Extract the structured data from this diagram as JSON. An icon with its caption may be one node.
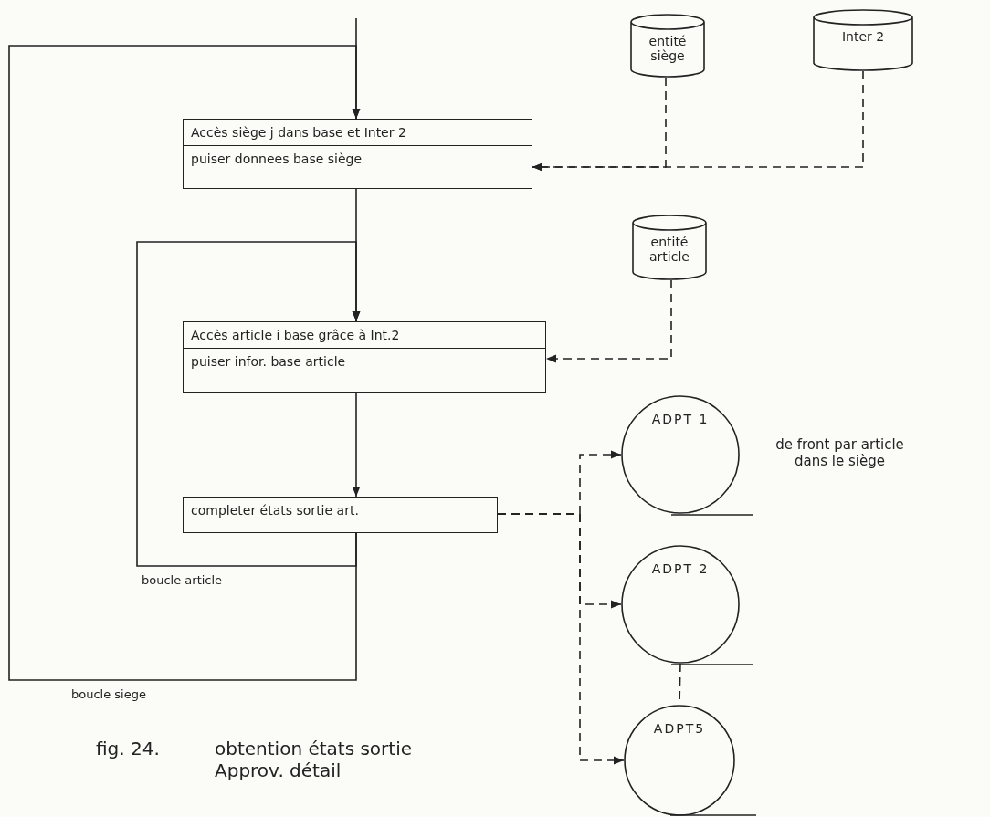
{
  "diagram": {
    "caption": "obtention états sortie Approv. détail",
    "nodes": [
      {
        "text": [
          "entité siège"
        ]
      },
      {
        "text": [
          "Inter 2"
        ]
      },
      {
        "text": [
          "Accès siège j dans base et Inter 2",
          "puiser donnees base siège"
        ]
      },
      {
        "text": [
          "entité article"
        ]
      },
      {
        "text": [
          "Accès article i base grâce à Int.2",
          "puiser infor. base article"
        ]
      },
      {
        "text": [
          "completer états sortie art."
        ]
      },
      {
        "text": [
          "ADPT 1"
        ]
      },
      {
        "text": [
          "ADPT 2"
        ]
      },
      {
        "text": [
          "ADPT5"
        ]
      }
    ],
    "edges": [
      {
        "from": null,
        "to": 2,
        "arrow": "to"
      },
      {
        "from": 0,
        "to": 2,
        "arrow": "to",
        "style": "dashed"
      },
      {
        "from": 1,
        "to": 2,
        "arrow": "to",
        "style": "dashed"
      },
      {
        "from": 2,
        "to": 4,
        "arrow": "to"
      },
      {
        "from": 3,
        "to": 4,
        "arrow": "to",
        "style": "dashed"
      },
      {
        "from": 4,
        "to": 5,
        "arrow": "to"
      },
      {
        "from": 5,
        "to": 2,
        "arrow": "to"
      },
      {
        "from": 5,
        "to": 4,
        "arrow": "to"
      },
      {
        "from": 5,
        "to": 6,
        "arrow": "to",
        "style": "dashed"
      },
      {
        "from": 5,
        "to": 7,
        "arrow": "to",
        "style": "dashed"
      },
      {
        "from": 5,
        "to": 8,
        "arrow": "to",
        "style": "dashed"
      },
      {
        "from": 7,
        "to": 8,
        "arrow": "none",
        "style": "dashed"
      }
    ],
    "labels": [
      "boucle article",
      "boucle siege",
      "de front par article dans le siège",
      "fig. 24."
    ]
  }
}
